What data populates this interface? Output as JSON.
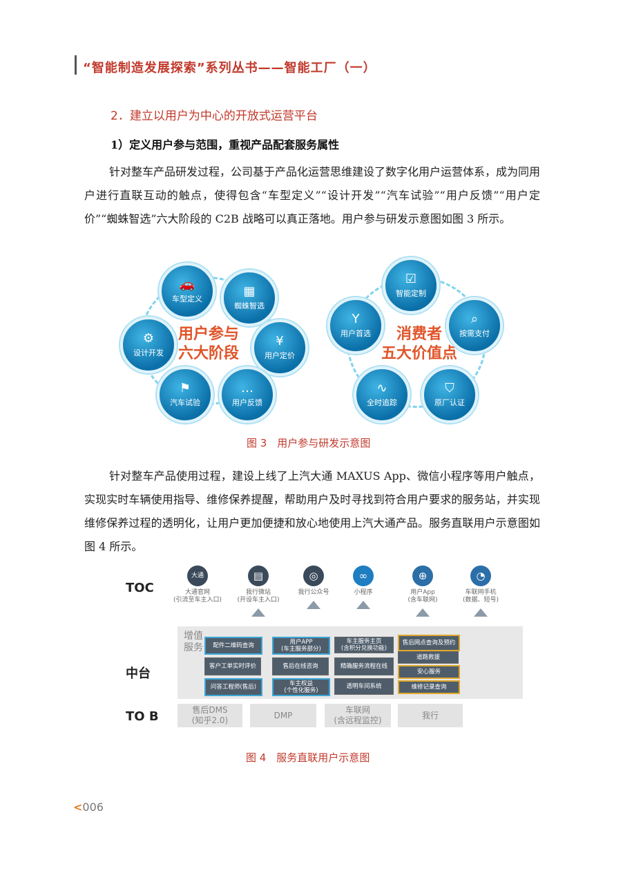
{
  "header": {
    "title": "“智能制造发展探索”系列丛书——智能工厂（一）"
  },
  "section": {
    "title": "2．建立以用户为中心的开放式运营平台"
  },
  "subsection": {
    "title": "1）定义用户参与范围，重视产品配套服务属性"
  },
  "paragraphs": {
    "p1": "针对整车产品研发过程，公司基于产品化运营思维建设了数字化用户运营体系，成为同用户进行直联互动的触点，使得包含“车型定义”“设计开发”“汽车试验”“用户反馈”“用户定价”“蜘蛛智选”六大阶段的 C2B 战略可以真正落地。用户参与研发示意图如图 3 所示。",
    "p2": "针对整车产品使用过程，建设上线了上汽大通 MAXUS App、微信小程序等用户触点，实现实时车辆使用指导、维修保养提醒，帮助用户及时寻找到符合用户要求的服务站，并实现维修保养过程的透明化，让用户更加便捷和放心地使用上汽大通产品。服务直联用户示意图如图 4 所示。"
  },
  "figure3": {
    "caption": "图 3　用户参与研发示意图",
    "left": {
      "center_line1": "用户参与",
      "center_line2": "六大阶段",
      "nodes": [
        "车型定义",
        "蜘蛛智选",
        "用户定价",
        "用户反馈",
        "汽车试验",
        "设计开发"
      ],
      "icons": [
        "car-icon",
        "cube-icon",
        "money-bag-icon",
        "chat-icon",
        "flag-icon",
        "gear-icon"
      ]
    },
    "right": {
      "center_line1": "消费者",
      "center_line2": "五大价值点",
      "nodes": [
        "智能定制",
        "按需支付",
        "原厂认证",
        "全时追踪",
        "用户首选"
      ],
      "icons": [
        "check-icon",
        "search-yen-icon",
        "shield-icon",
        "route-icon",
        "person-icon"
      ]
    }
  },
  "figure4": {
    "caption": "图 4　服务直联用户示意图",
    "rows": {
      "toc": "TOC",
      "mid": "中台",
      "tob": "TO B"
    },
    "toc_items": [
      {
        "icon_text": "大通",
        "label": "大通官网\n(引流至车主入口)"
      },
      {
        "icon_text": "▤",
        "label": "我行微站\n(开设车主入口)"
      },
      {
        "icon_text": "◎",
        "label": "我行公众号"
      },
      {
        "icon_text": "∞",
        "label": "小程序"
      },
      {
        "icon_text": "⊕",
        "label": "用户App\n(含车联网)"
      },
      {
        "icon_text": "◔",
        "label": "车联网手机\n(数据、短号)"
      }
    ],
    "mid_side_label": "增值服务",
    "col1": [
      "配件二维码查询",
      "客户工单实时评价",
      "问答工程师(售后)"
    ],
    "col2": [
      "用户APP\n(车主服务部分)",
      "售后在线咨询",
      "车主权益\n(个性化服务)"
    ],
    "col3": [
      "车主服务主页\n(含积分兑换功能)",
      "精确服务流程在线",
      "透明车间系统"
    ],
    "col4": [
      "售后网点查询及预约",
      "道路救援",
      "安心服务",
      "维修记录查询"
    ],
    "tob": [
      "售后DMS\n(知乎2.0)",
      "DMP",
      "车联网\n(含远程监控)",
      "我行"
    ]
  },
  "page": {
    "number": "006",
    "marker": "<"
  }
}
